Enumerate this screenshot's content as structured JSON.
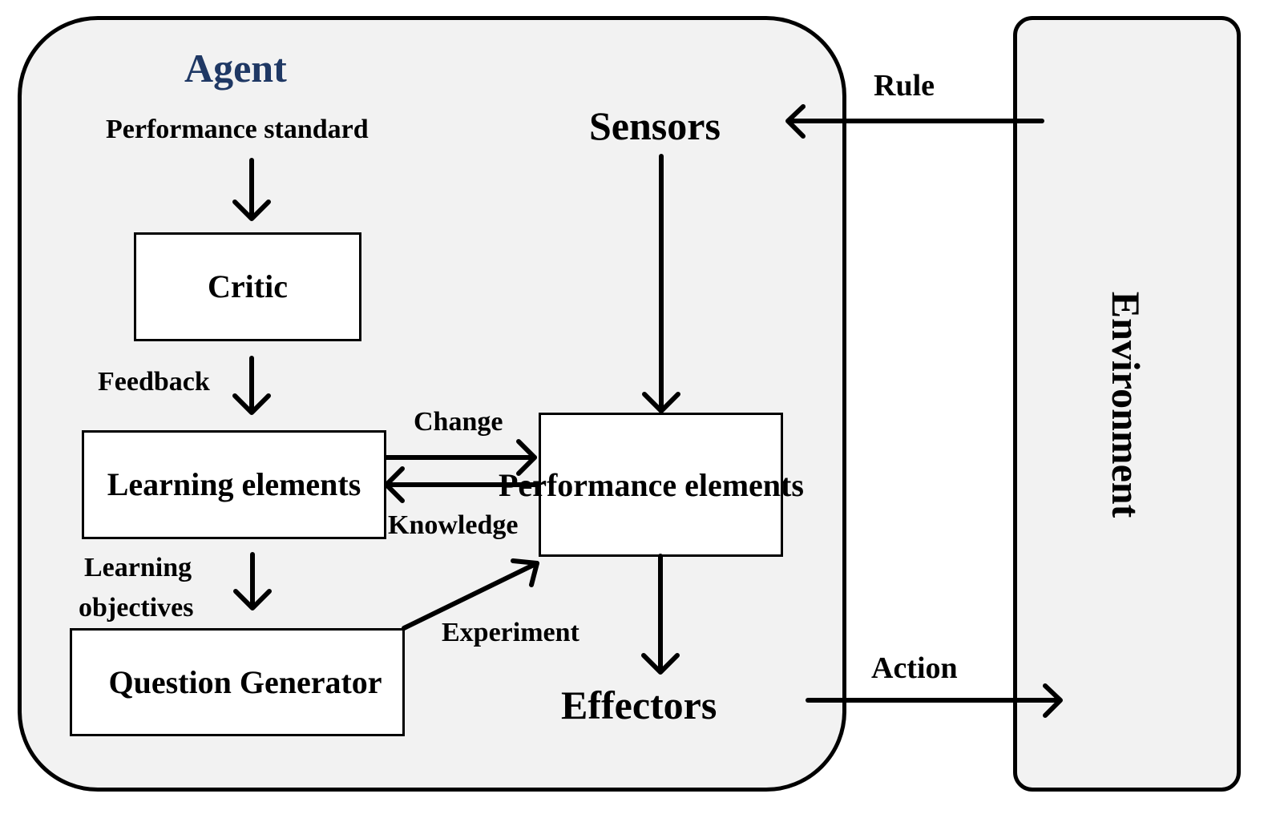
{
  "agent": {
    "title": "Agent",
    "title_color": "#1f3864",
    "performance_standard": "Performance standard",
    "sensors": "Sensors",
    "effectors": "Effectors"
  },
  "boxes": {
    "critic": "Critic",
    "learning_elements": "Learning elements",
    "performance_elements": "Performance elements",
    "question_generator": "Question Generator"
  },
  "edges": {
    "feedback": "Feedback",
    "change": "Change",
    "knowledge": "Knowledge",
    "learning_objectives_line1": "Learning",
    "learning_objectives_line2": "objectives",
    "experiment": "Experiment",
    "rule": "Rule",
    "action": "Action"
  },
  "environment": {
    "title": "Environment"
  },
  "colors": {
    "panel_fill": "#f2f2f2",
    "box_fill": "#ffffff",
    "stroke": "#000000"
  }
}
